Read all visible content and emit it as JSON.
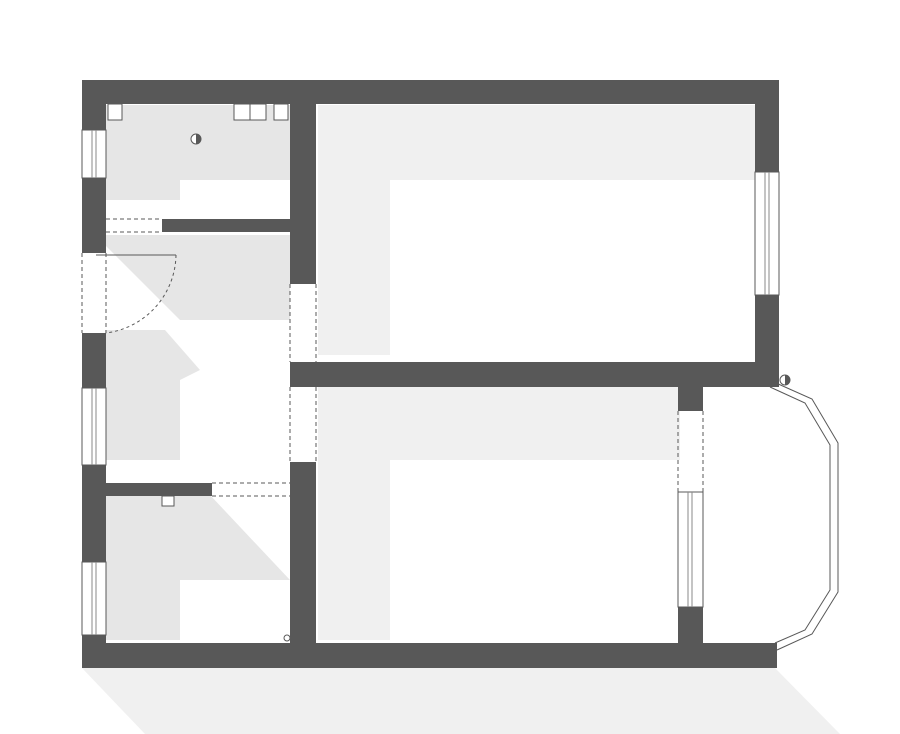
{
  "plan": {
    "rooms": [
      "room-large-upper",
      "room-large-lower",
      "hallway",
      "bathroom",
      "toilet",
      "loggia"
    ]
  },
  "colors": {
    "wall": "#585858",
    "shadow": "#e6e6e6",
    "background": "#ffffff"
  },
  "icons": [
    "socket-icon"
  ]
}
